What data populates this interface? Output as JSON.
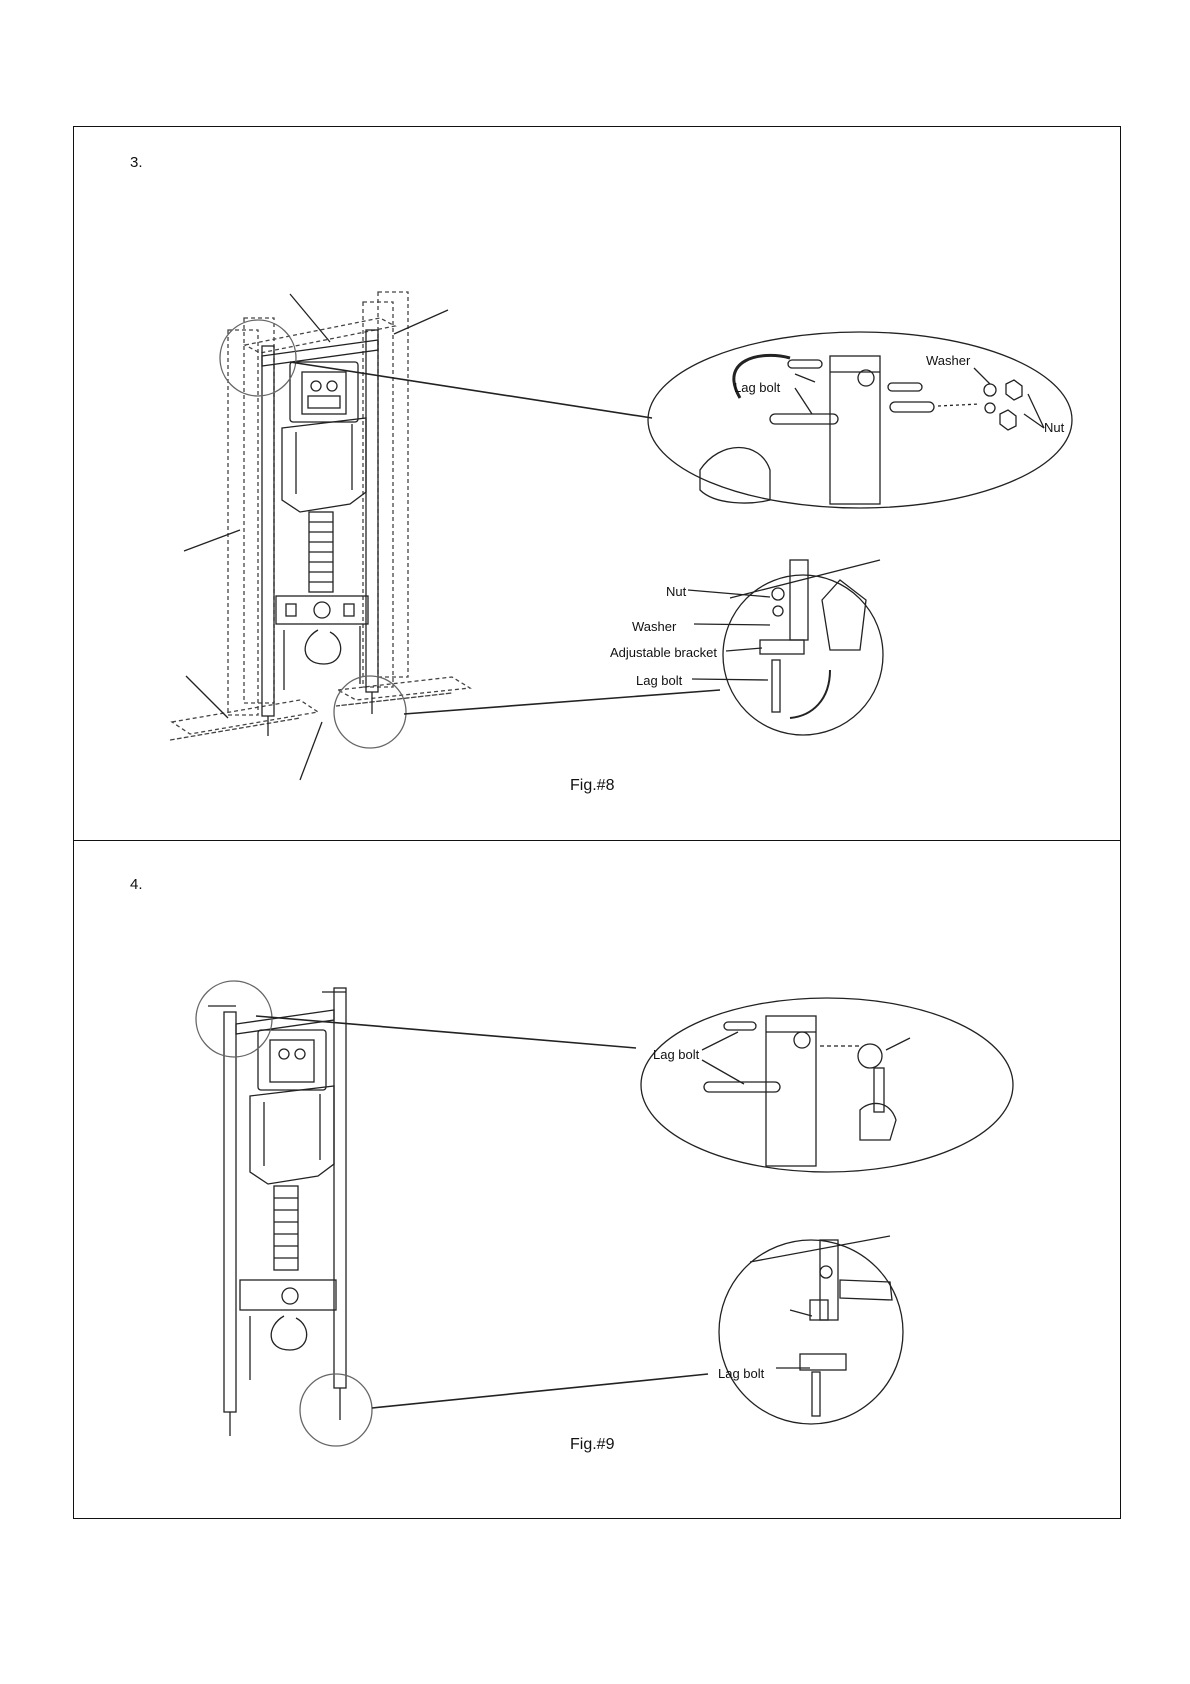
{
  "steps": [
    {
      "number": "3.",
      "caption": "Fig.#8",
      "labels": {
        "lag_bolt_top": "Lag bolt",
        "washer_top": "Washer",
        "nut_top": "Nut",
        "nut_bottom": "Nut",
        "washer_bottom": "Washer",
        "adjustable_bracket": "Adjustable bracket",
        "lag_bolt_bottom": "Lag bolt"
      }
    },
    {
      "number": "4.",
      "caption": "Fig.#9",
      "labels": {
        "lag_bolt_top": "Lag bolt",
        "lag_bolt_bottom": "Lag bolt"
      }
    }
  ]
}
